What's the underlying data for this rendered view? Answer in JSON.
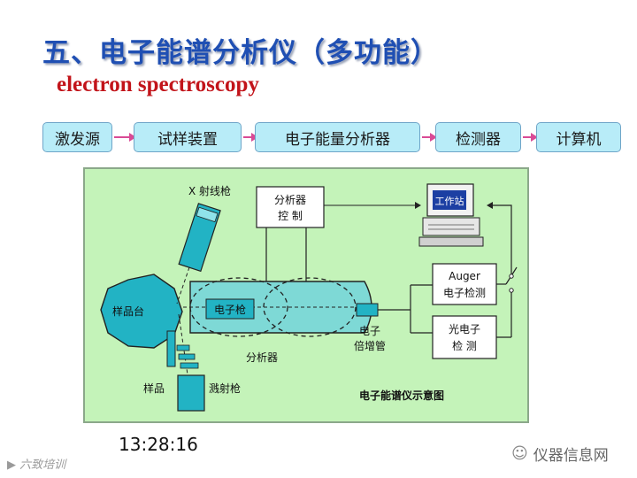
{
  "header": {
    "title": "五、电子能谱分析仪（多功能）",
    "subtitle": "electron spectroscopy"
  },
  "flow": [
    "激发源",
    "试样装置",
    "电子能量分析器",
    "检测器",
    "计算机"
  ],
  "diagram": {
    "xray_gun": "X 射线枪",
    "analyzer_ctrl_line1": "分析器",
    "analyzer_ctrl_line2": "控 制",
    "workstation": "工作站",
    "auger_line1": "Auger",
    "auger_line2": "电子检测",
    "photo_line1": "光电子",
    "photo_line2": "检 测",
    "sample_stage": "样品台",
    "electron_gun": "电子枪",
    "multiplier_line1": "电子",
    "multiplier_line2": "倍增管",
    "analyzer": "分析器",
    "sample": "样品",
    "sputter_gun": "溅射枪",
    "caption": "电子能谱仪示意图"
  },
  "footer": {
    "timestamp": "13:28:16",
    "watermark_left": "六致培训",
    "watermark_right": "仪器信息网"
  },
  "colors": {
    "title": "#1f4fb3",
    "subtitle": "#c2141a",
    "flow_box": "#b8ecf8",
    "flow_arrow": "#d94a95",
    "panel": "#c4f3b9",
    "component": "#22b3c4"
  }
}
